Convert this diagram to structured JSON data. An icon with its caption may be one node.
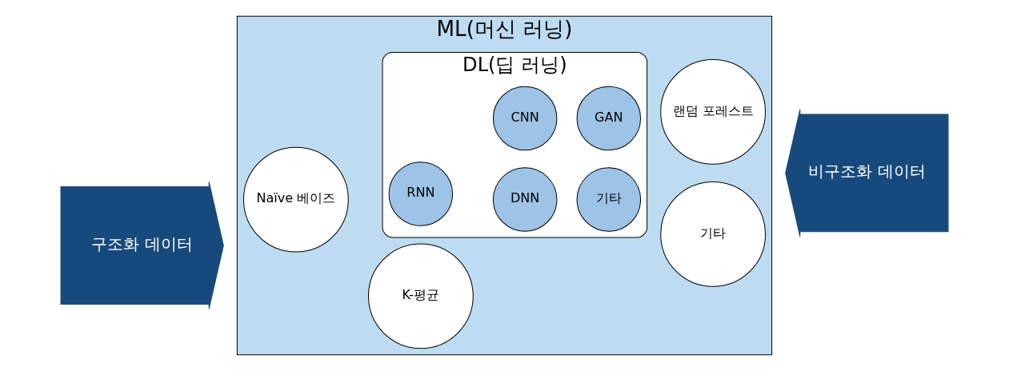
{
  "diagram": {
    "nodes": [
      {
        "text": [
          "ML(머신 러닝)"
        ]
      },
      {
        "text": [
          "Naïve 베이즈"
        ],
        "in": 0
      },
      {
        "text": [
          "K-평균"
        ],
        "in": 0
      },
      {
        "text": [
          "DL(딥 러닝)"
        ],
        "in": 0
      },
      {
        "text": [
          "CNN"
        ],
        "in": 3
      },
      {
        "text": [
          "RNN"
        ],
        "in": 3
      },
      {
        "text": [
          "GAN"
        ],
        "in": 3
      },
      {
        "text": [
          "DNN"
        ],
        "in": 3
      },
      {
        "text": [
          "기타"
        ],
        "in": 3
      },
      {
        "text": [
          "랜덤 포레스트"
        ],
        "in": 0
      },
      {
        "text": [
          "기타"
        ],
        "in": 0
      },
      {
        "text": [
          "구조화 데이터"
        ]
      },
      {
        "text": [
          "비구조화 데이터"
        ]
      }
    ],
    "edges": []
  }
}
